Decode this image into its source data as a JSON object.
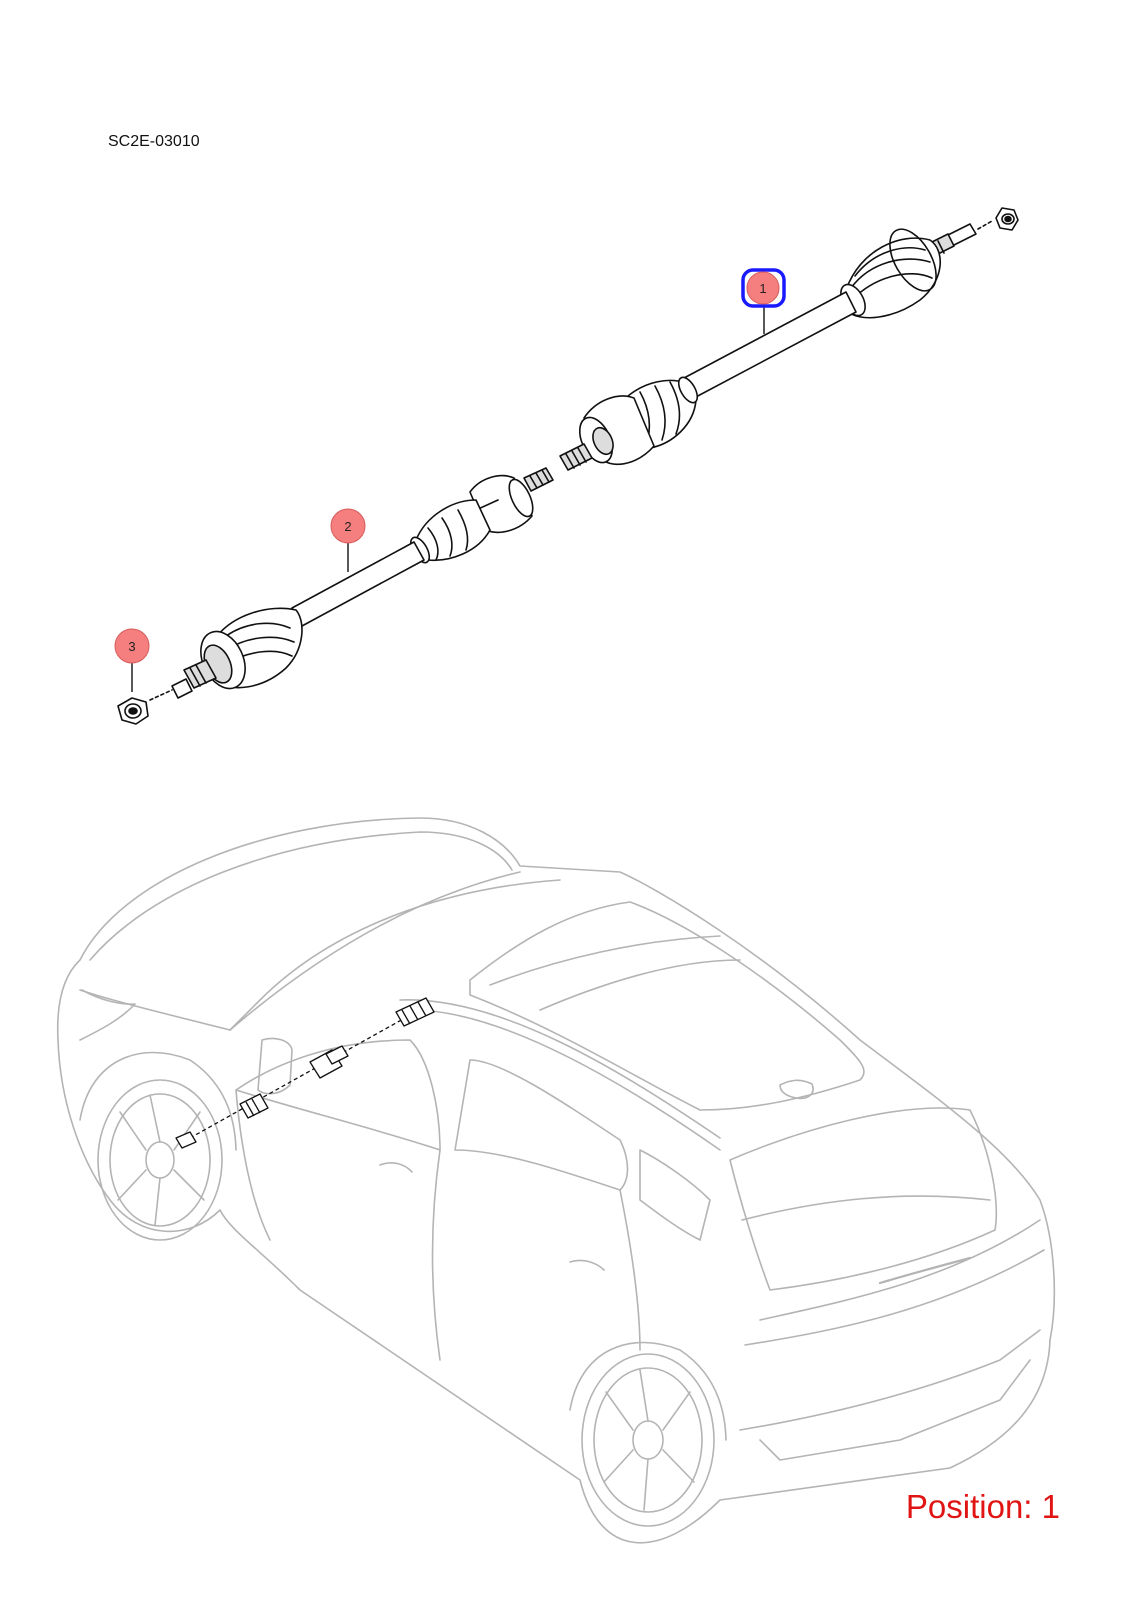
{
  "diagram_code": "SC2E-03010",
  "position": {
    "text": "Position: 1",
    "color": "#e11414"
  },
  "callouts": [
    {
      "number": "1",
      "selected": true
    },
    {
      "number": "2",
      "selected": false
    },
    {
      "number": "3",
      "selected": false
    }
  ],
  "colors": {
    "callout_fill": "#f57f7f",
    "callout_stroke": "#d65b5b",
    "selection_outline": "#1a1aff",
    "part_stroke": "#111111",
    "vehicle_stroke": "#b4b4b4"
  }
}
